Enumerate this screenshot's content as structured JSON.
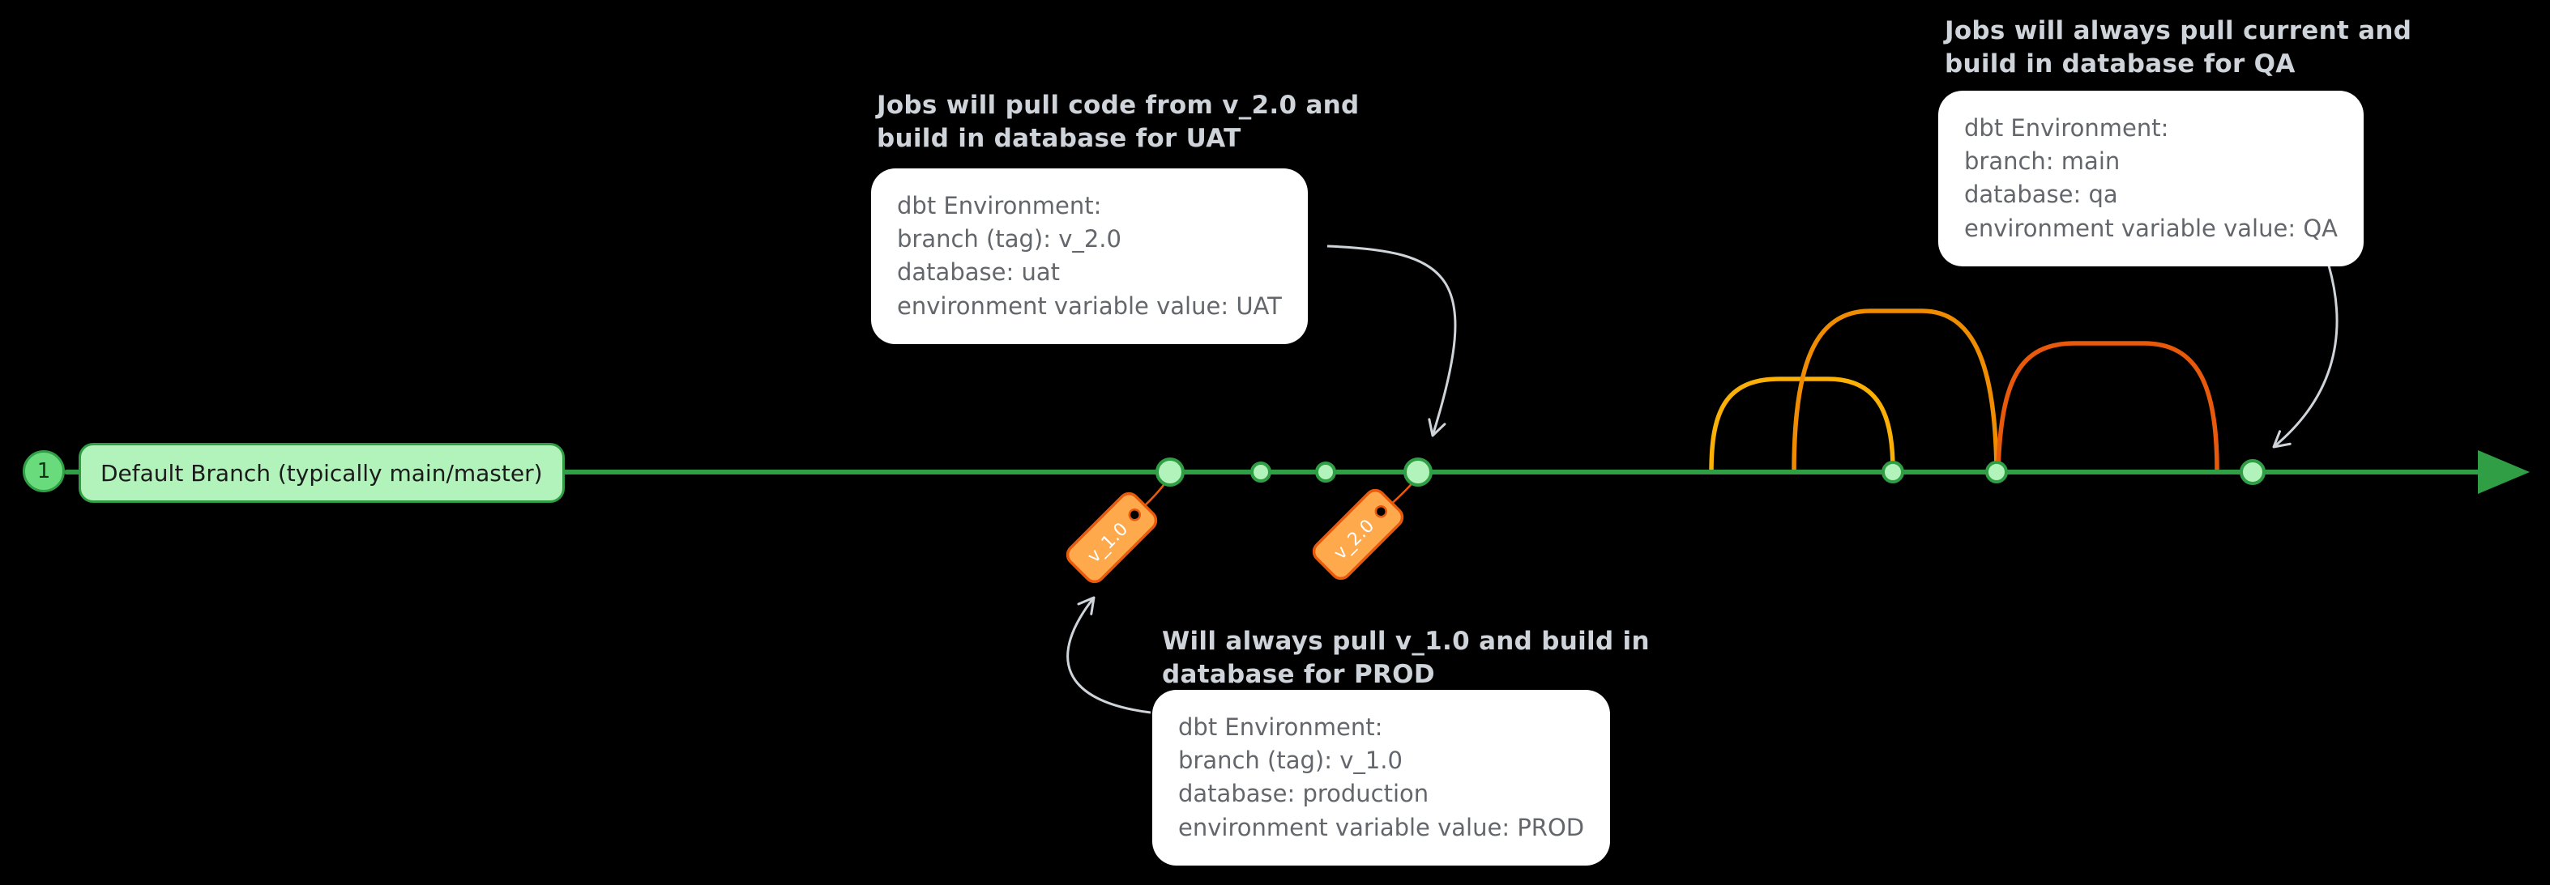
{
  "canvas": {
    "background": "#000000"
  },
  "colors": {
    "branch_green": "#2f9e44",
    "node_fill": "#b2f2bb",
    "tag_orange": "#ffa94d",
    "tag_border": "#e8590c",
    "arc_yellow": "#fab005",
    "arc_orange": "#f08c00",
    "arc_red_orange": "#e8590c",
    "callout_bg": "#ffffff",
    "callout_text": "#63676c",
    "title_text": "#ced4da",
    "arrow_gray": "#ced4da"
  },
  "step_marker": {
    "label": "1"
  },
  "default_branch": {
    "label": "Default Branch (typically main/master)"
  },
  "tags": [
    {
      "label": "v_1.0"
    },
    {
      "label": "v_2.0"
    }
  ],
  "callouts": {
    "uat": {
      "title": "Jobs will pull code from v_2.0 and\nbuild in database for UAT",
      "lines": [
        "dbt Environment:",
        "branch (tag): v_2.0",
        "database: uat",
        "environment variable value: UAT"
      ]
    },
    "qa": {
      "title": "Jobs will always pull current and\nbuild in database for QA",
      "lines": [
        "dbt Environment:",
        "branch: main",
        "database: qa",
        "environment variable value: QA"
      ]
    },
    "prod": {
      "title": "Will always pull v_1.0 and build in\ndatabase for PROD",
      "lines": [
        "dbt Environment:",
        "branch (tag): v_1.0",
        "database: production",
        "environment variable value: PROD"
      ]
    }
  }
}
